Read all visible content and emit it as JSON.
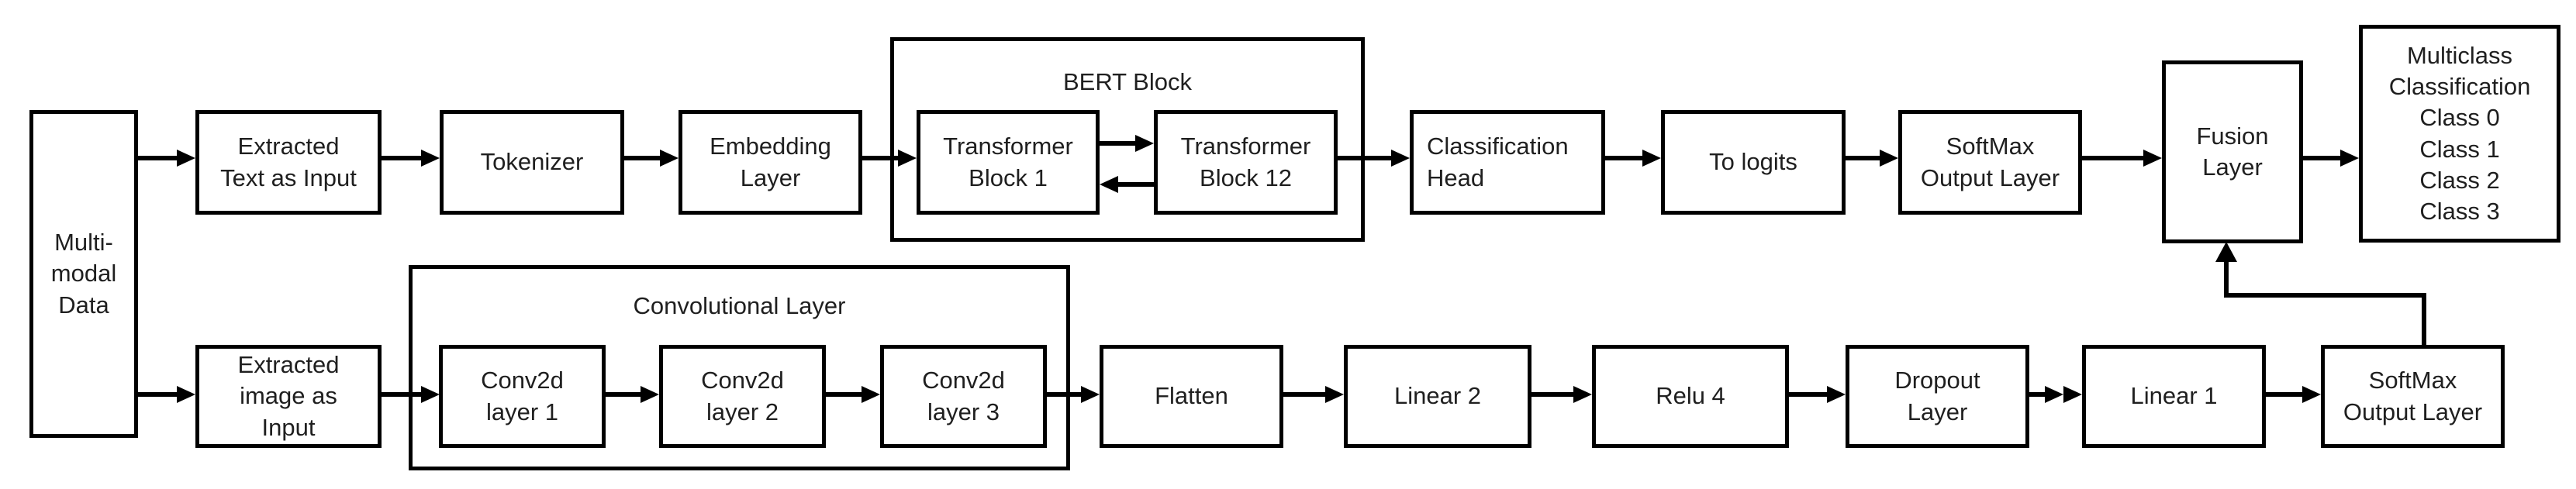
{
  "diagram": {
    "colors": {
      "stroke": "#000000",
      "background": "#ffffff",
      "text": "#1f1f1f"
    },
    "containers": {
      "bert": {
        "title": "BERT Block"
      },
      "conv": {
        "title": "Convolutional Layer"
      }
    },
    "nodes": {
      "multimodal": {
        "label": "Multi-\nmodal\nData"
      },
      "extracted_text": {
        "label": "Extracted\nText as Input"
      },
      "tokenizer": {
        "label": "Tokenizer"
      },
      "embedding": {
        "label": "Embedding\nLayer"
      },
      "transformer_block_1": {
        "label": "Transformer\nBlock 1"
      },
      "transformer_block_12": {
        "label": "Transformer\nBlock 12"
      },
      "classification_head": {
        "label": "Classification\nHead"
      },
      "to_logits": {
        "label": "To logits"
      },
      "softmax_output_top": {
        "label": "SoftMax\nOutput Layer"
      },
      "fusion": {
        "label": "Fusion\nLayer"
      },
      "multiclass": {
        "label": "Multiclass\nClassification\nClass 0\nClass 1\nClass 2\nClass 3"
      },
      "extracted_image": {
        "label": "Extracted\nimage as\nInput"
      },
      "conv1": {
        "label": "Conv2d\nlayer 1"
      },
      "conv2": {
        "label": "Conv2d\nlayer 2"
      },
      "conv3": {
        "label": "Conv2d\nlayer 3"
      },
      "flatten": {
        "label": "Flatten"
      },
      "linear2": {
        "label": "Linear 2"
      },
      "relu4": {
        "label": "Relu 4"
      },
      "dropout": {
        "label": "Dropout\nLayer"
      },
      "linear1": {
        "label": "Linear 1"
      },
      "softmax_output_bottom": {
        "label": "SoftMax\nOutput Layer"
      }
    }
  }
}
